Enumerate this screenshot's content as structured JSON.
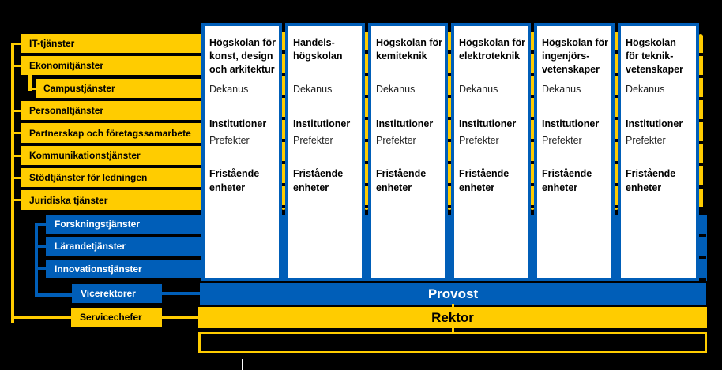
{
  "colors": {
    "yellow": "#FFCC00",
    "blue": "#005EB8",
    "background": "#000000",
    "panel": "#FFFFFF"
  },
  "support_services": [
    {
      "label": "IT-tjänster"
    },
    {
      "label": "Ekonomitjänster"
    },
    {
      "label": "Campustjänster",
      "sub_of": "Ekonomitjänster"
    },
    {
      "label": "Personaltjänster"
    },
    {
      "label": "Partnerskap och företagssamarbete"
    },
    {
      "label": "Kommunikationstjänster"
    },
    {
      "label": "Stödtjänster för ledningen"
    },
    {
      "label": "Juridiska tjänster"
    }
  ],
  "academic_services": [
    {
      "label": "Forskningstjänster"
    },
    {
      "label": "Lärandetjänster"
    },
    {
      "label": "Innovationstjänster"
    }
  ],
  "vicerektorer": {
    "label": "Vicerektorer"
  },
  "servicechefer": {
    "label": "Servicechefer"
  },
  "schools": [
    {
      "title": "Högskolan för konst, design och arkitektur",
      "dekanus": "Dekanus",
      "institutioner": "Institutioner",
      "prefekter": "Prefekter",
      "fristaende": "Fristående enheter"
    },
    {
      "title": "Handels-högskolan",
      "dekanus": "Dekanus",
      "institutioner": "Institutioner",
      "prefekter": "Prefekter",
      "fristaende": "Fristående enheter"
    },
    {
      "title": "Högskolan för kemiteknik",
      "dekanus": "Dekanus",
      "institutioner": "Institutioner",
      "prefekter": "Prefekter",
      "fristaende": "Fristående enheter"
    },
    {
      "title": "Högskolan för elektroteknik",
      "dekanus": "Dekanus",
      "institutioner": "Institutioner",
      "prefekter": "Prefekter",
      "fristaende": "Fristående enheter"
    },
    {
      "title": "Högskolan för ingenjörs-vetenskaper",
      "dekanus": "Dekanus",
      "institutioner": "Institutioner",
      "prefekter": "Prefekter",
      "fristaende": "Fristående enheter"
    },
    {
      "title": "Högskolan för teknik-vetenskaper",
      "dekanus": "Dekanus",
      "institutioner": "Institutioner",
      "prefekter": "Prefekter",
      "fristaende": "Fristående enheter"
    }
  ],
  "provost": {
    "label": "Provost"
  },
  "rektor": {
    "label": "Rektor"
  }
}
